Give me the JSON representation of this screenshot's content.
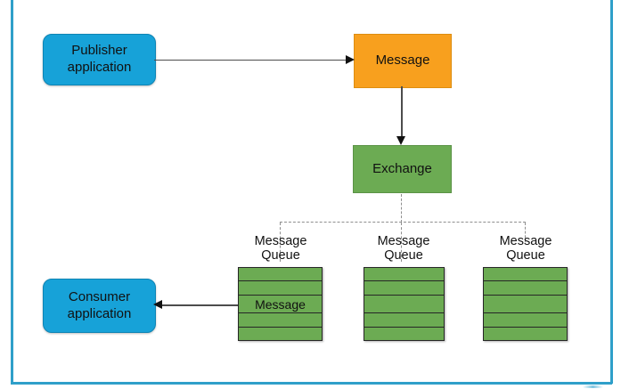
{
  "nodes": {
    "publisher": {
      "label": "Publisher application"
    },
    "message": {
      "label": "Message"
    },
    "exchange": {
      "label": "Exchange"
    },
    "consumer": {
      "label": "Consumer application"
    }
  },
  "queues": [
    {
      "label": "Message Queue",
      "rows": [
        "",
        "",
        "Message",
        "",
        ""
      ]
    },
    {
      "label": "Message Queue",
      "rows": [
        "",
        "",
        "",
        "",
        ""
      ]
    },
    {
      "label": "Message Queue",
      "rows": [
        "",
        "",
        "",
        "",
        ""
      ]
    }
  ],
  "connections": {
    "publisher_to_message": "solid-arrow-right",
    "message_to_exchange": "solid-arrow-down",
    "exchange_to_queues": "dashed-fanout",
    "queue_to_consumer": "solid-arrow-left"
  },
  "colors": {
    "app_blue": "#17a2d8",
    "message_orange": "#f8a01e",
    "green": "#6cab53",
    "frame_blue": "#2f9fc9",
    "line_gray": "#4d4d4d",
    "dash_gray": "#8f8f8f",
    "text": "#111111"
  }
}
